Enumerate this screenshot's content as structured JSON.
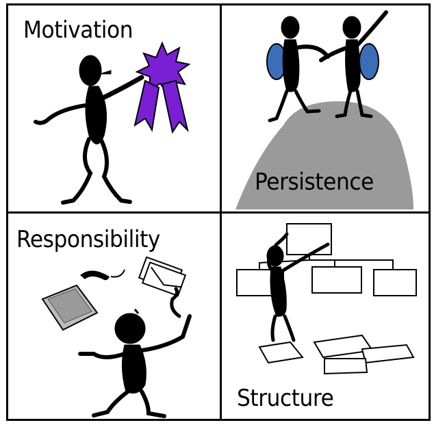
{
  "panels": [
    {
      "label": "Motivation",
      "ribbon_color": "#7a1fd6"
    },
    {
      "label": "Persistence",
      "backpack_color": "#3a6fb8",
      "mountain_color": "#9a9a9a"
    },
    {
      "label": "Responsibility"
    },
    {
      "label": "Structure"
    }
  ]
}
